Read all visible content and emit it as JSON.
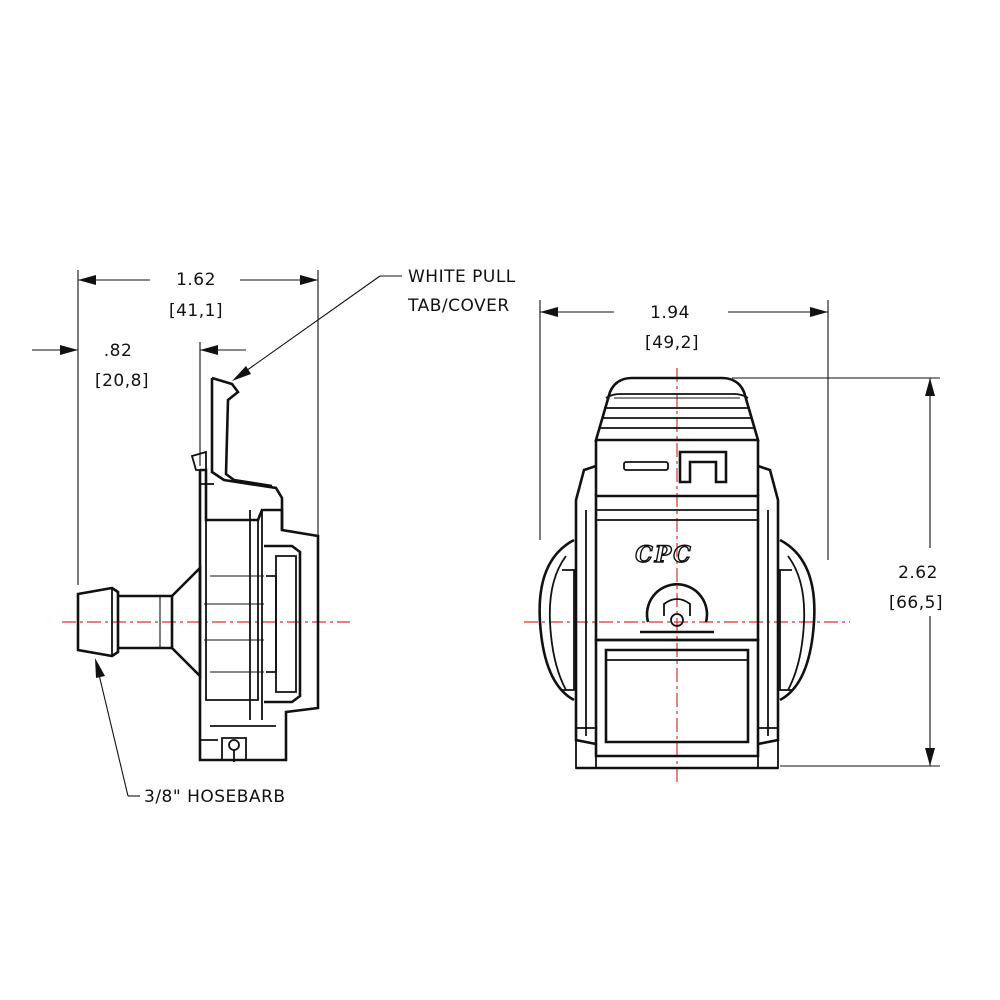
{
  "side_view": {
    "overall_width": "1.62",
    "overall_width_mm": "[41,1]",
    "offset_width": ".82",
    "offset_width_mm": "[20,8]",
    "callout_tab_line1": "WHITE PULL",
    "callout_tab_line2": "TAB/COVER",
    "callout_hosebarb": "3/8\" HOSEBARB"
  },
  "front_view": {
    "width": "1.94",
    "width_mm": "[49,2]",
    "height": "2.62",
    "height_mm": "[66,5]",
    "logo_text": "CPC"
  },
  "colors": {
    "line": "#111111",
    "centerline": "#e0302a"
  }
}
